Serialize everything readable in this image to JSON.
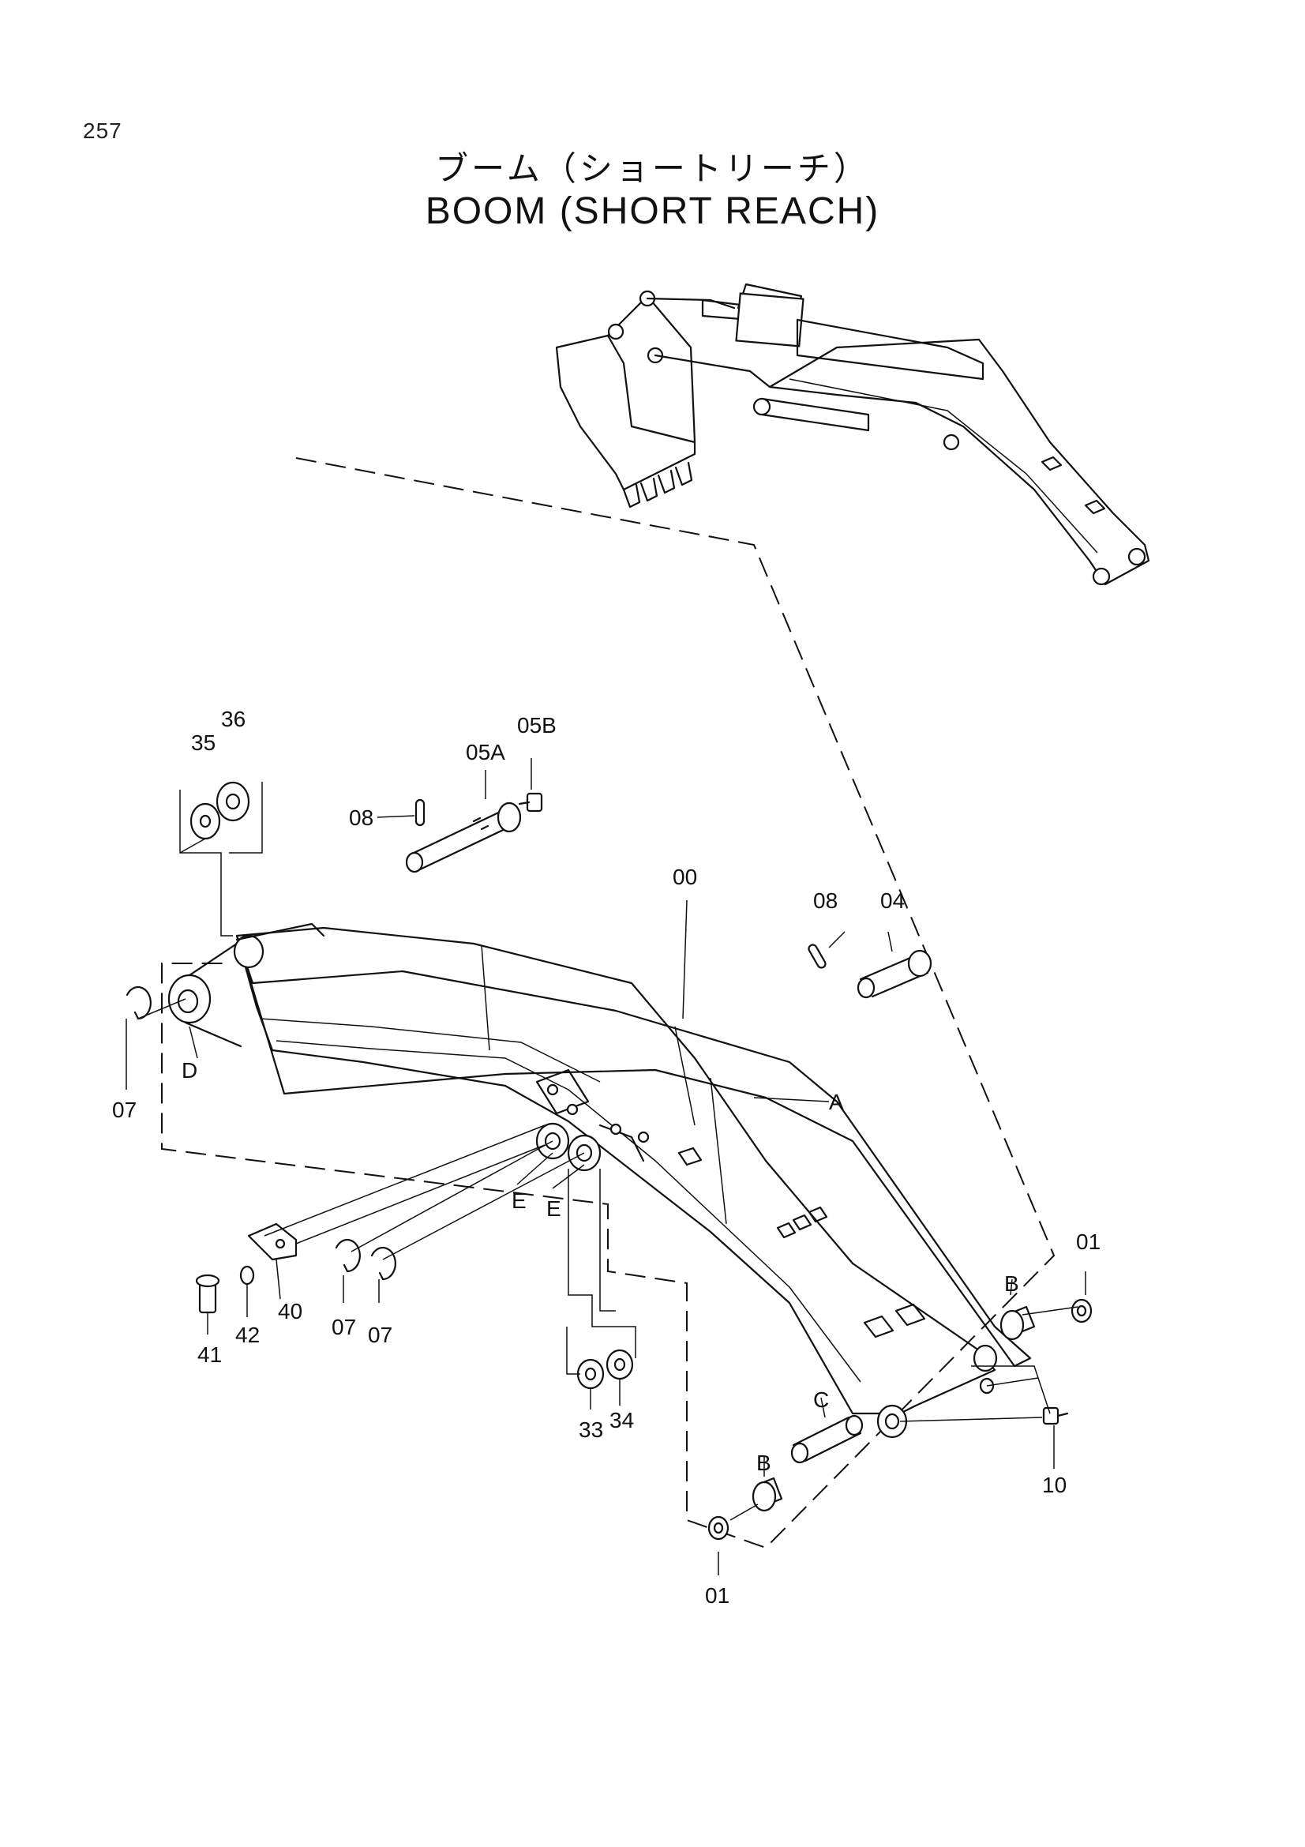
{
  "page_number": "257",
  "title_jp": "ブーム（ショートリーチ）",
  "title_en": "BOOM (SHORT REACH)",
  "callouts": {
    "c00": "00",
    "c01a": "01",
    "c01b": "01",
    "c04": "04",
    "c05A": "05A",
    "c05B": "05B",
    "c07a": "07",
    "c07b": "07",
    "c07c": "07",
    "c08a": "08",
    "c08b": "08",
    "c10": "10",
    "c33": "33",
    "c34": "34",
    "c35": "35",
    "c36": "36",
    "c40": "40",
    "c41": "41",
    "c42": "42",
    "cA": "A",
    "cBa": "B",
    "cBb": "B",
    "cC": "C",
    "cD": "D",
    "cEa": "E",
    "cEb": "E"
  }
}
